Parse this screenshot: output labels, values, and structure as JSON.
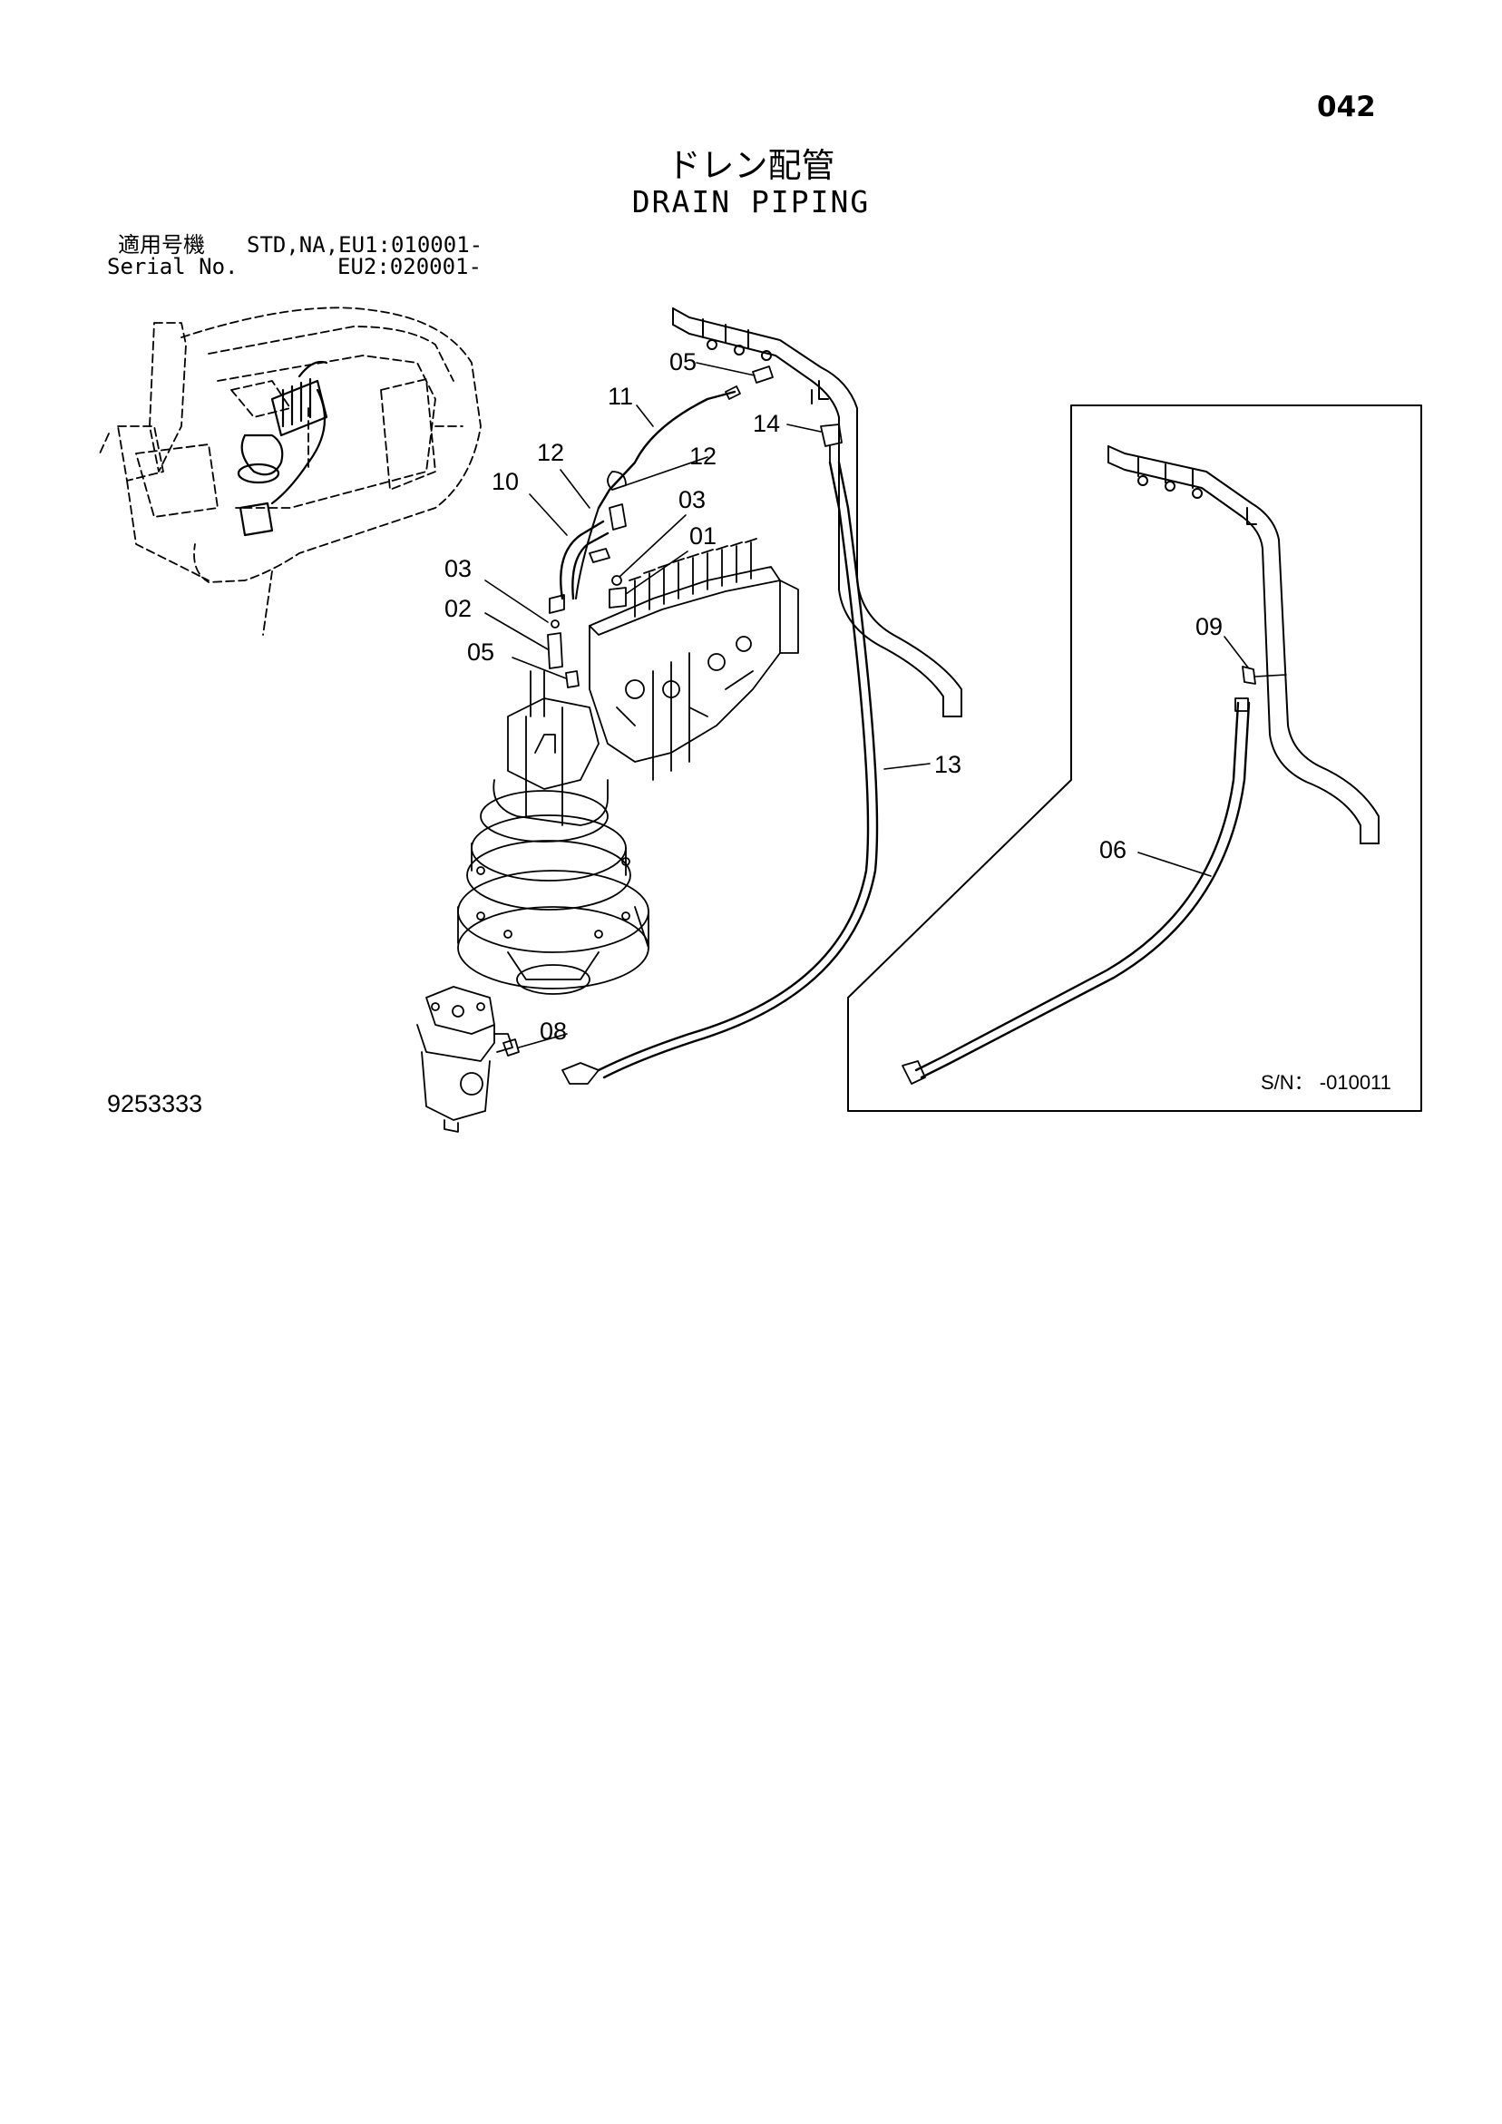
{
  "header": {
    "page_number": "042",
    "title_jp": "ドレン配管",
    "title_en": "DRAIN PIPING"
  },
  "applicability": {
    "label_jp": "適用号機",
    "label_en": "Serial No.",
    "line1_values": "STD,NA,EU1:010001-",
    "line2_values": "EU2:020001-"
  },
  "callouts": [
    "05",
    "11",
    "14",
    "12",
    "12",
    "10",
    "03",
    "01",
    "03",
    "02",
    "05",
    "13",
    "08",
    "09",
    "06"
  ],
  "inset": {
    "serial_range": "S/N：  -010011"
  },
  "footer": {
    "drawing_number": "9253333"
  }
}
